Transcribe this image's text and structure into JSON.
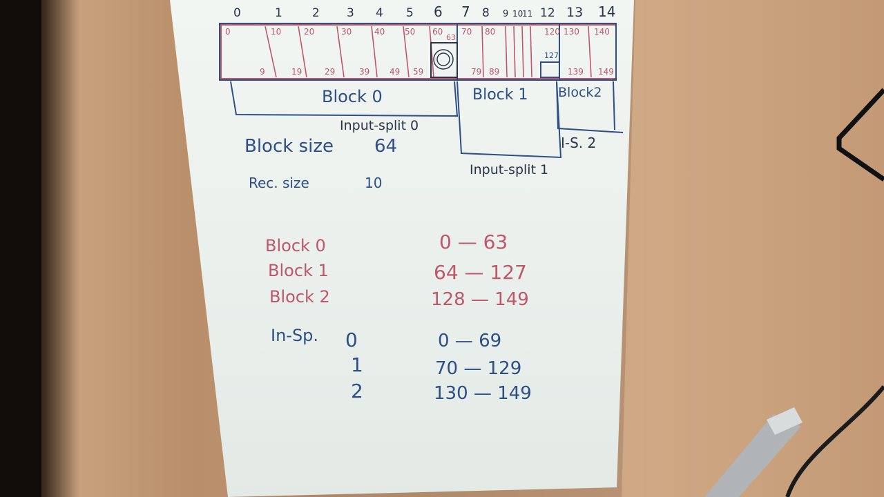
{
  "colors": {
    "ink_blue": "#2d4f86",
    "ink_red": "#c0566a",
    "ink_dark": "#2a3447",
    "paper": "#eef2ef",
    "wood": "#c9a27e"
  },
  "diagram": {
    "top_indices": [
      "0",
      "1",
      "2",
      "3",
      "4",
      "5",
      "6",
      "7",
      "8",
      "9",
      "10",
      "11",
      "12",
      "13",
      "14"
    ],
    "start_numbers": [
      "0",
      "10",
      "20",
      "30",
      "40",
      "50",
      "60",
      "70",
      "80",
      "120",
      "130",
      "140"
    ],
    "end_numbers": [
      "9",
      "19",
      "29",
      "39",
      "49",
      "59",
      "79",
      "89",
      "139",
      "149"
    ],
    "extra_numbers": [
      "63",
      "127"
    ],
    "block_labels": [
      "Block 0",
      "Block 1",
      "Block2"
    ],
    "split_labels": [
      "Input-split 0",
      "Input-split 1",
      "I-S. 2"
    ]
  },
  "notes": {
    "block_size_label": "Block size",
    "block_size_value": "64",
    "rec_size_label": "Rec. size",
    "rec_size_value": "10"
  },
  "block_ranges": [
    {
      "label": "Block 0",
      "range": "0 — 63"
    },
    {
      "label": "Block 1",
      "range": "64 — 127"
    },
    {
      "label": "Block 2",
      "range": "128 — 149"
    }
  ],
  "split_header": "In-Sp.",
  "split_ranges": [
    {
      "num": "0",
      "range": "0 — 69"
    },
    {
      "num": "1",
      "range": "70 — 129"
    },
    {
      "num": "2",
      "range": "130 — 149"
    }
  ]
}
